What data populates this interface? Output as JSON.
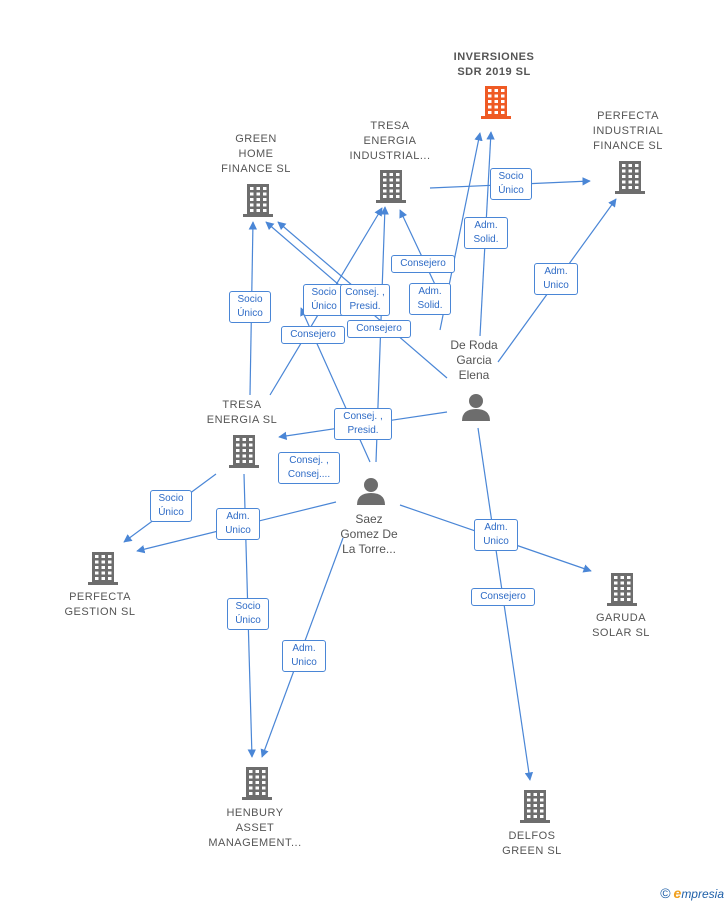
{
  "colors": {
    "edge": "#4a86d6",
    "company": "#6d6d6d",
    "company_main": "#ef5a24",
    "person": "#6d6d6d",
    "edge_label_text": "#2e6bc6"
  },
  "companies": [
    {
      "id": "inversiones",
      "label_lines": [
        "INVERSIONES",
        "SDR 2019  SL"
      ],
      "main": true
    },
    {
      "id": "green_home",
      "label_lines": [
        "GREEN",
        "HOME",
        "FINANCE  SL"
      ]
    },
    {
      "id": "tresa_industrial",
      "label_lines": [
        "TRESA",
        "ENERGIA",
        "INDUSTRIAL..."
      ]
    },
    {
      "id": "perfecta_industrial",
      "label_lines": [
        "PERFECTA",
        "INDUSTRIAL",
        "FINANCE  SL"
      ]
    },
    {
      "id": "tresa_energia",
      "label_lines": [
        "TRESA",
        "ENERGIA  SL"
      ]
    },
    {
      "id": "perfecta_gestion",
      "label_lines": [
        "PERFECTA",
        "GESTION  SL"
      ]
    },
    {
      "id": "garuda",
      "label_lines": [
        "GARUDA",
        "SOLAR  SL"
      ]
    },
    {
      "id": "henbury",
      "label_lines": [
        "HENBURY",
        "ASSET",
        "MANAGEMENT..."
      ]
    },
    {
      "id": "delfos",
      "label_lines": [
        "DELFOS",
        "GREEN  SL"
      ]
    }
  ],
  "persons": [
    {
      "id": "de_roda",
      "label_lines": [
        "De Roda",
        "Garcia",
        "Elena"
      ]
    },
    {
      "id": "saez",
      "label_lines": [
        "Saez",
        "Gomez De",
        "La Torre..."
      ]
    }
  ],
  "edge_labels": [
    {
      "id": "e1",
      "lines": [
        "Socio",
        "Único"
      ]
    },
    {
      "id": "e2",
      "lines": [
        "Adm.",
        "Solid."
      ]
    },
    {
      "id": "e3",
      "lines": [
        "Adm.",
        "Unico"
      ]
    },
    {
      "id": "e4",
      "lines": [
        "Consejero"
      ]
    },
    {
      "id": "e5",
      "lines": [
        "Socio",
        "Único"
      ]
    },
    {
      "id": "e6",
      "lines": [
        "Consej. ,",
        "Presid."
      ]
    },
    {
      "id": "e7",
      "lines": [
        "Socio",
        "Único"
      ]
    },
    {
      "id": "e8",
      "lines": [
        "Adm.",
        "Solid."
      ]
    },
    {
      "id": "e9",
      "lines": [
        "Consejero"
      ]
    },
    {
      "id": "e10",
      "lines": [
        "Consejero"
      ]
    },
    {
      "id": "e11",
      "lines": [
        "Consej. ,",
        "Presid."
      ]
    },
    {
      "id": "e12",
      "lines": [
        "Consej. ,",
        "Consej...."
      ]
    },
    {
      "id": "e13",
      "lines": [
        "Socio",
        "Único"
      ]
    },
    {
      "id": "e14",
      "lines": [
        "Adm.",
        "Unico"
      ]
    },
    {
      "id": "e15",
      "lines": [
        "Adm.",
        "Unico"
      ]
    },
    {
      "id": "e16",
      "lines": [
        "Consejero"
      ]
    },
    {
      "id": "e17",
      "lines": [
        "Socio",
        "Único"
      ]
    },
    {
      "id": "e18",
      "lines": [
        "Adm.",
        "Unico"
      ]
    }
  ],
  "footer": {
    "copyright": "©",
    "brand_first": "e",
    "brand_rest": "mpresia"
  }
}
